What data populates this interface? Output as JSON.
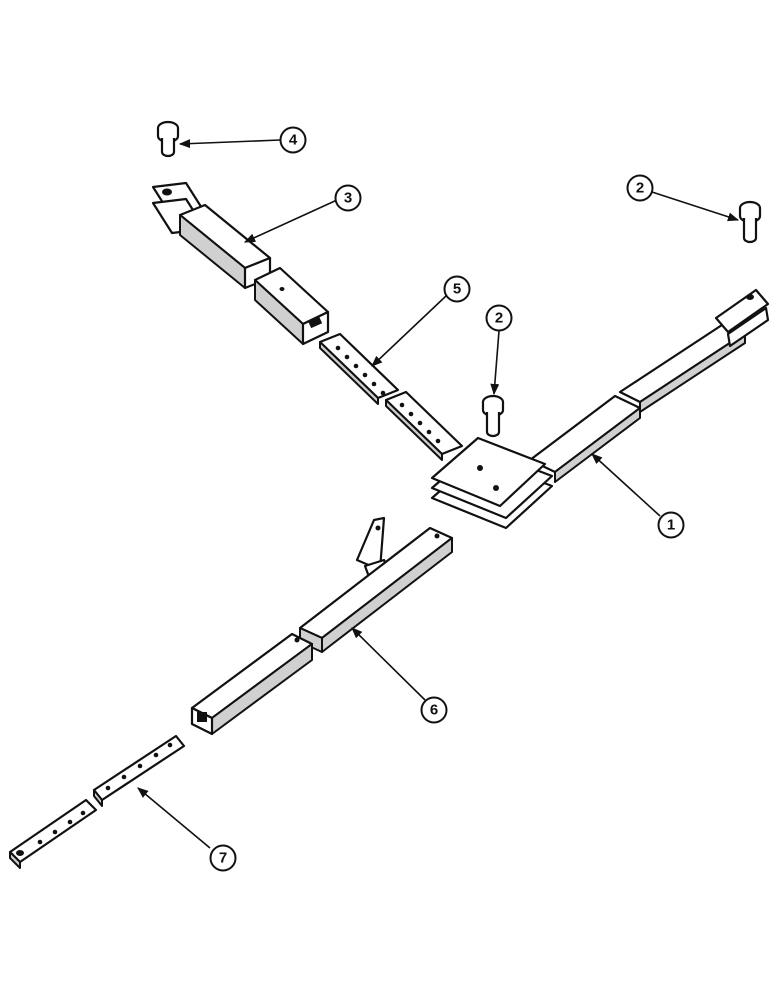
{
  "callouts": [
    {
      "id": "1",
      "label": "1"
    },
    {
      "id": "2a",
      "label": "2"
    },
    {
      "id": "2b",
      "label": "2"
    },
    {
      "id": "3",
      "label": "3"
    },
    {
      "id": "4",
      "label": "4"
    },
    {
      "id": "5",
      "label": "5"
    },
    {
      "id": "6",
      "label": "6"
    },
    {
      "id": "7",
      "label": "7"
    }
  ]
}
